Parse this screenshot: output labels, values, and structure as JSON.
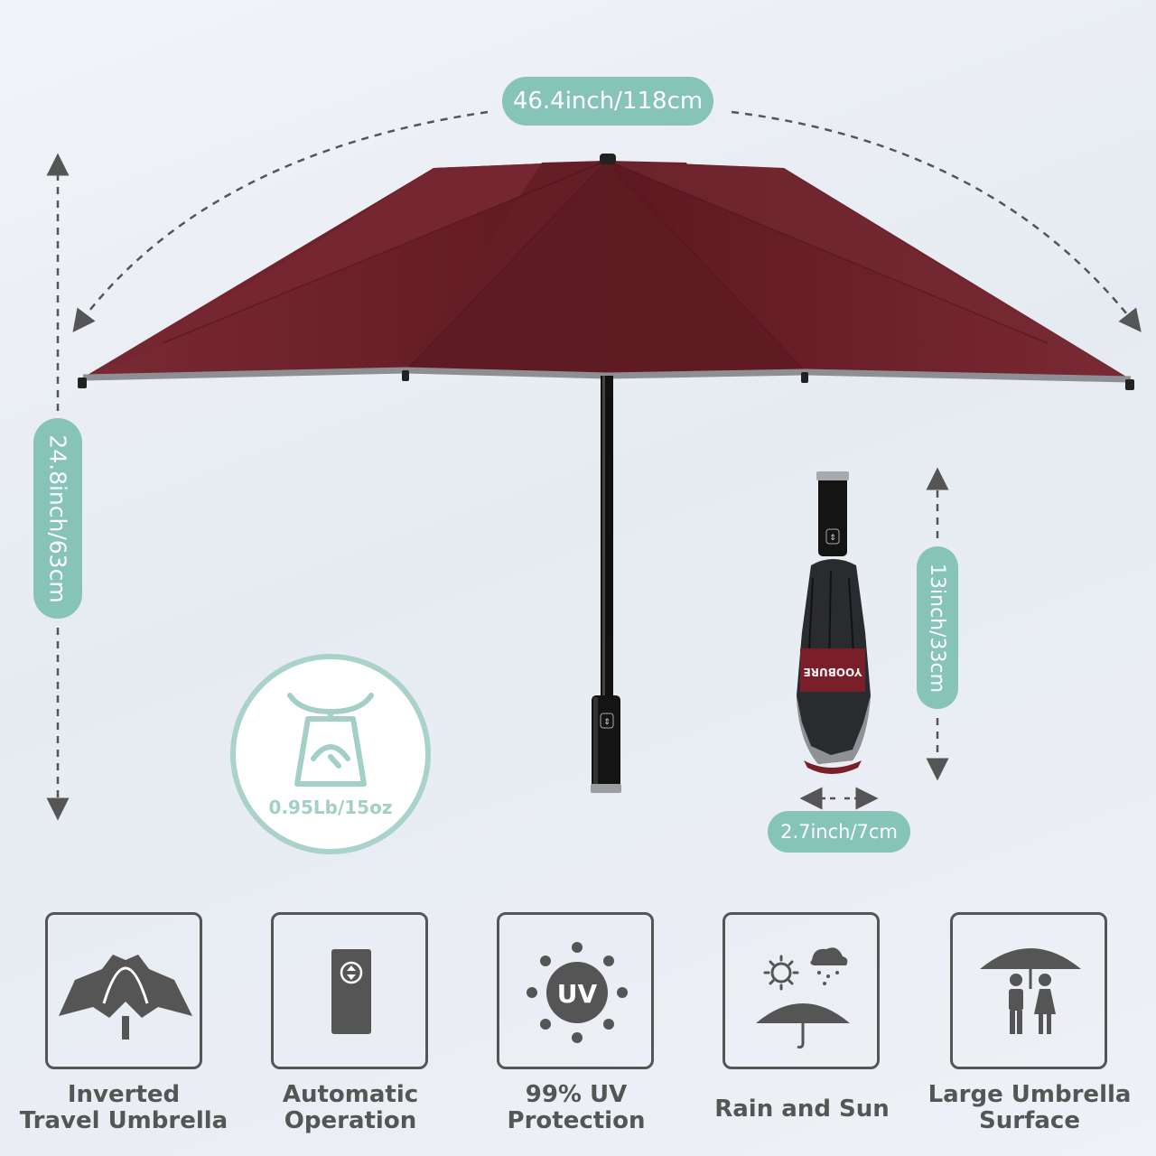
{
  "dimensions": {
    "span": "46.4inch/118cm",
    "open_height": "24.8inch/63cm",
    "folded_length": "13inch/33cm",
    "folded_width": "2.7inch/7cm"
  },
  "weight": "0.95Lb/15oz",
  "brand": "YOOBURE",
  "features": [
    {
      "line1": "Inverted",
      "line2": "Travel Umbrella",
      "icon": "inverted-umbrella-icon"
    },
    {
      "line1": "Automatic",
      "line2": "Operation",
      "icon": "auto-handle-icon"
    },
    {
      "line1": "99% UV",
      "line2": "Protection",
      "icon": "uv-sun-icon"
    },
    {
      "line1": "Rain and Sun",
      "line2": "",
      "icon": "rain-sun-umbrella-icon"
    },
    {
      "line1": "Large Umbrella",
      "line2": "Surface",
      "icon": "couple-umbrella-icon"
    }
  ],
  "colors": {
    "canopy": "#6b1e28",
    "accent": "#86c4b8",
    "icon_gray": "#555555",
    "background": "#e9edf3"
  }
}
